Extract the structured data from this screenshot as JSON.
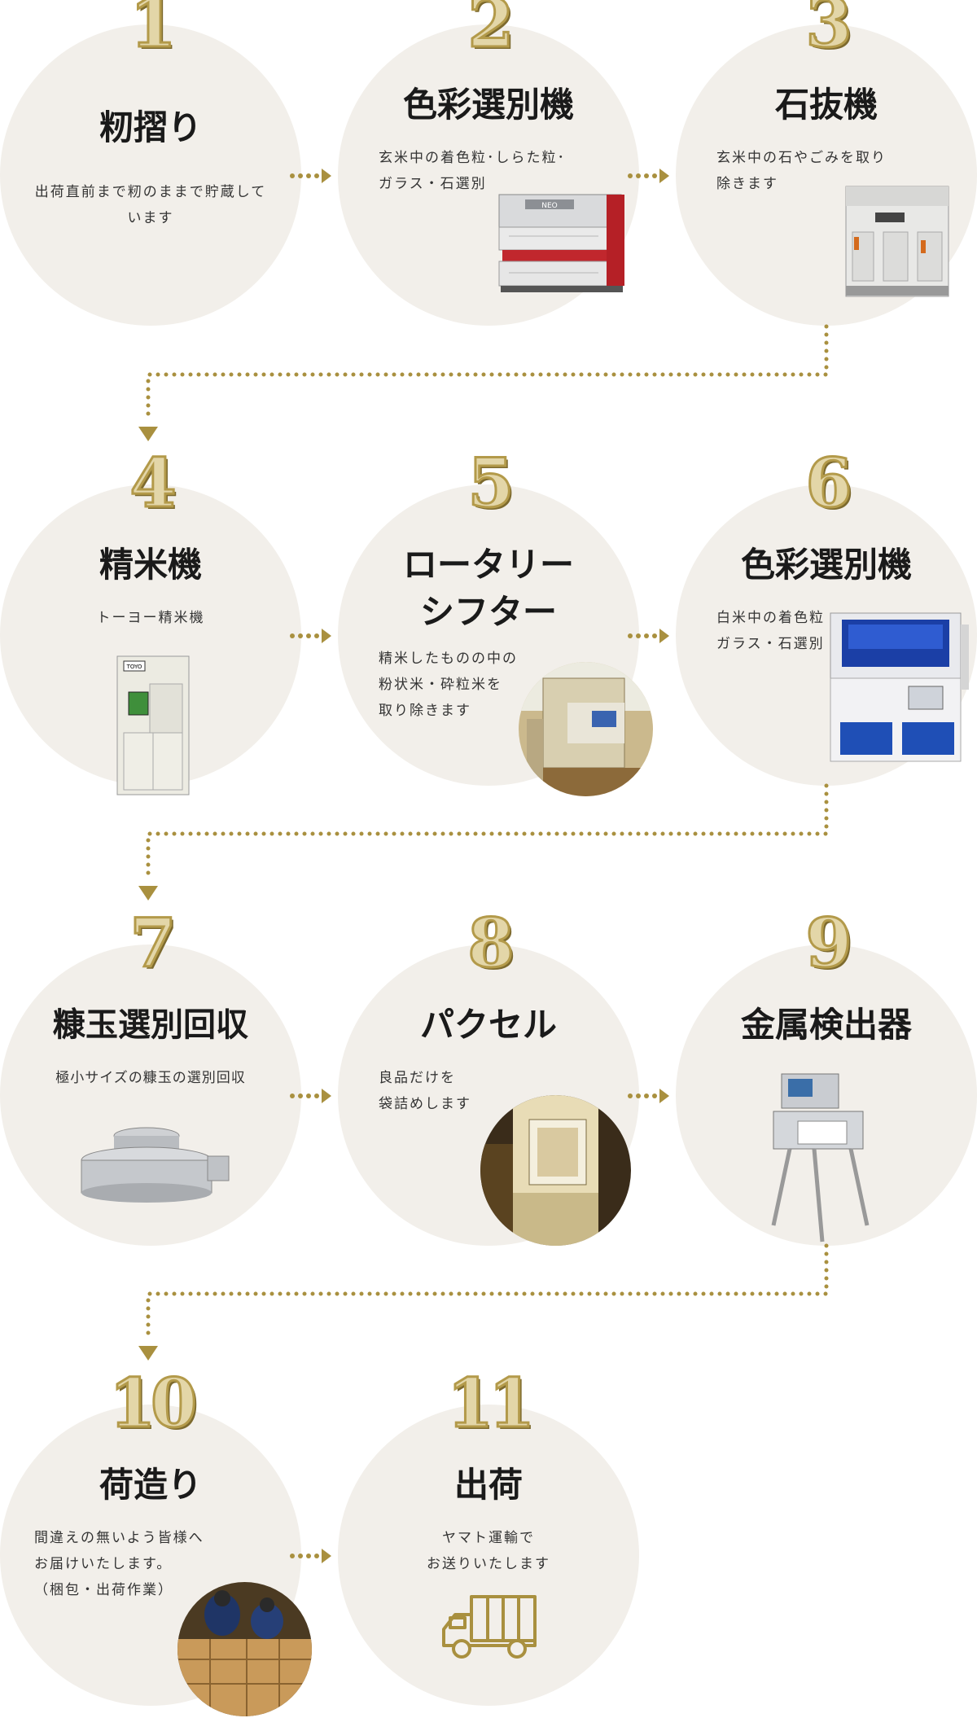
{
  "colors": {
    "circle_bg": "#f2efea",
    "gold": "#a9903f",
    "ink": "#1a1a1a"
  },
  "steps": [
    {
      "num": "1",
      "title": "籾摺り",
      "desc": "出荷直前まで籾のままで貯蔵して\nいます"
    },
    {
      "num": "2",
      "title": "色彩選別機",
      "desc": "玄米中の着色粒･しらた粒･\nガラス・石選別"
    },
    {
      "num": "3",
      "title": "石抜機",
      "desc": "玄米中の石やごみを取り\n除きます"
    },
    {
      "num": "4",
      "title": "精米機",
      "desc": "トーヨー精米機"
    },
    {
      "num": "5",
      "title": "ロータリー",
      "title2": "シフター",
      "desc": "精米したものの中の\n粉状米・砕粒米を\n取り除きます"
    },
    {
      "num": "6",
      "title": "色彩選別機",
      "desc": "白米中の着色粒・\nガラス・石選別"
    },
    {
      "num": "7",
      "title": "糠玉選別回収",
      "desc": "極小サイズの糠玉の選別回収"
    },
    {
      "num": "8",
      "title": "パクセル",
      "desc": "良品だけを\n袋詰めします"
    },
    {
      "num": "9",
      "title": "金属検出器",
      "desc": ""
    },
    {
      "num": "10",
      "title": "荷造り",
      "desc": "間違えの無いよう皆様へ\nお届けいたします。\n（梱包・出荷作業）"
    },
    {
      "num": "11",
      "title": "出荷",
      "desc": "ヤマト運輸で\nお送りいたします"
    }
  ],
  "machine_labels": {
    "step2": "NEO",
    "step4": "TOYO"
  }
}
